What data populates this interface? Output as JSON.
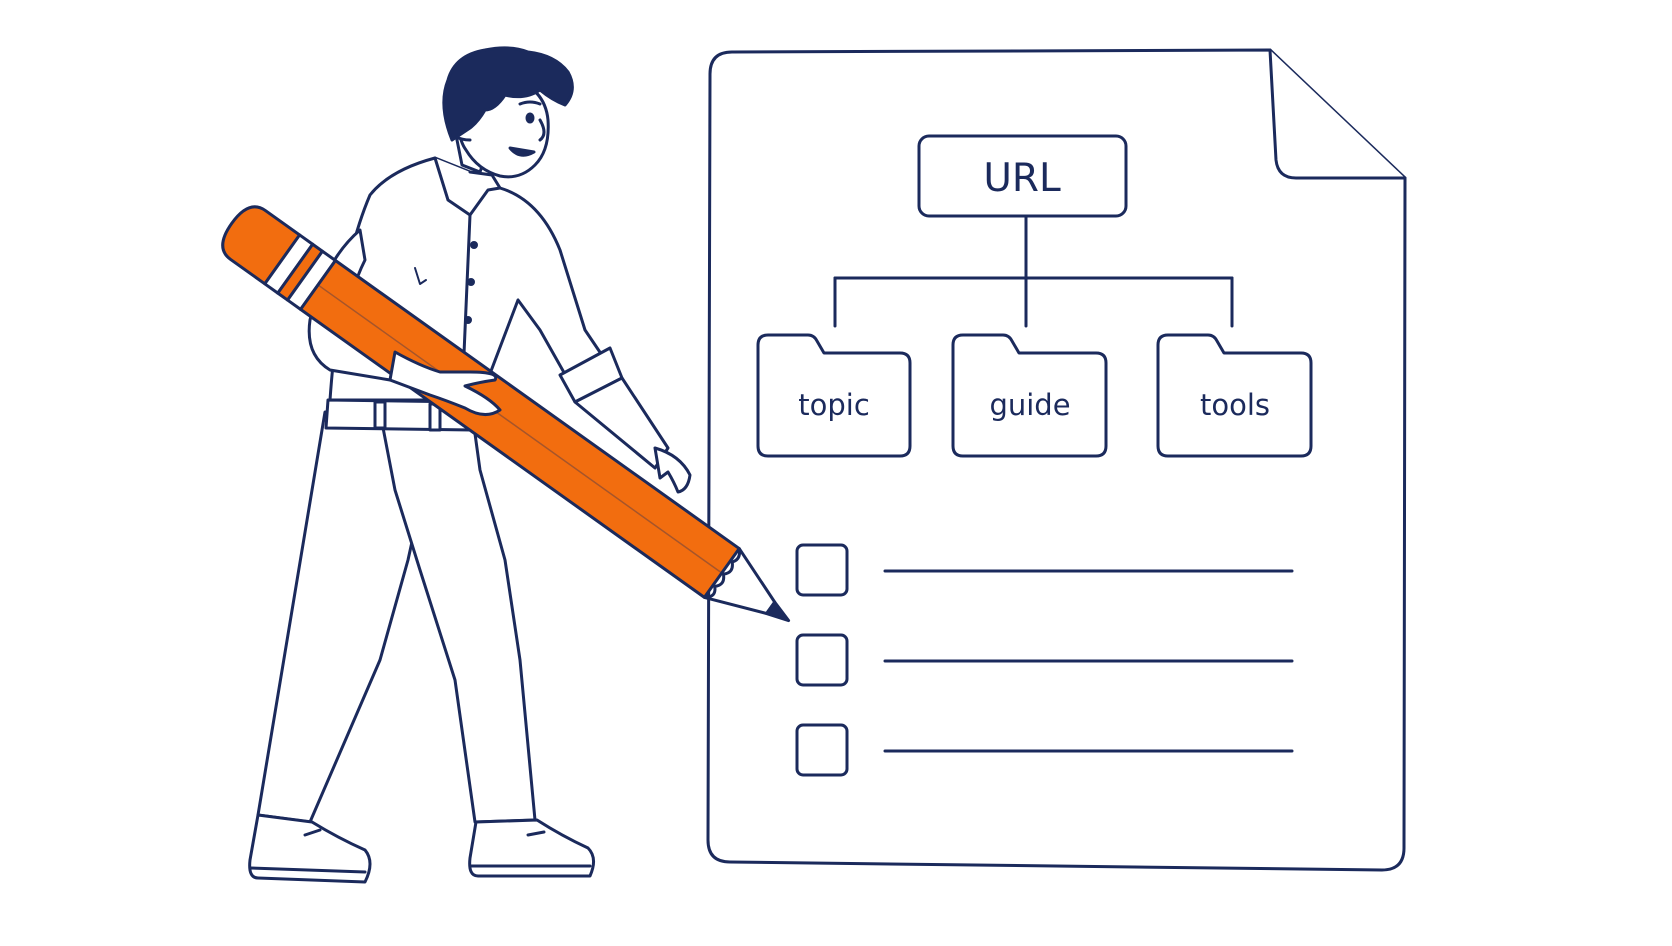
{
  "colors": {
    "ink": "#1b2a5c",
    "accent": "#f26d0f",
    "background": "#ffffff"
  },
  "diagram": {
    "root": {
      "label": "URL"
    },
    "folders": [
      {
        "label": "topic"
      },
      {
        "label": "guide"
      },
      {
        "label": "tools"
      }
    ],
    "checklist": [
      {
        "checked": false
      },
      {
        "checked": false
      },
      {
        "checked": false
      }
    ]
  },
  "icons": {
    "person": "person-illustration",
    "pencil": "pencil-icon",
    "document": "document-icon",
    "folder": "folder-icon",
    "checkbox": "checkbox-icon"
  }
}
